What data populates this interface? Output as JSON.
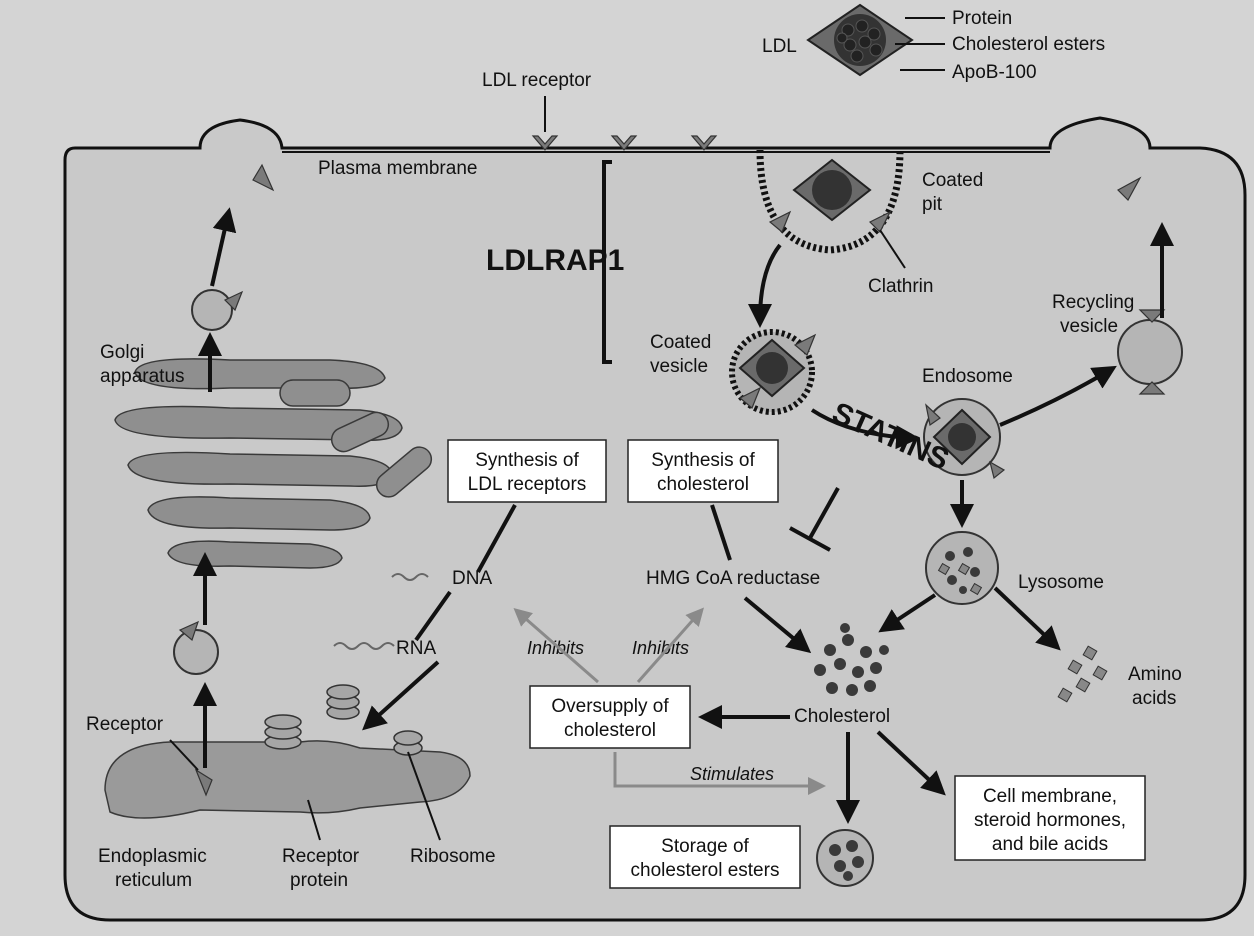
{
  "labels": {
    "protein": "Protein",
    "cholesterol_esters": "Cholesterol esters",
    "apob": "ApoB-100",
    "ldl": "LDL",
    "ldl_receptor": "LDL receptor",
    "plasma_membrane": "Plasma membrane",
    "coated_pit_1": "Coated",
    "coated_pit_2": "pit",
    "clathrin": "Clathrin",
    "ldlrap1": "LDLRAP1",
    "coated_vesicle_1": "Coated",
    "coated_vesicle_2": "vesicle",
    "recycling_vesicle_1": "Recycling",
    "recycling_vesicle_2": "vesicle",
    "endosome": "Endosome",
    "statins": "STATINS",
    "golgi_1": "Golgi",
    "golgi_2": "apparatus",
    "synth_ldl_1": "Synthesis of",
    "synth_ldl_2": "LDL receptors",
    "synth_chol_1": "Synthesis of",
    "synth_chol_2": "cholesterol",
    "dna": "DNA",
    "rna": "RNA",
    "hmg": "HMG CoA reductase",
    "lysosome": "Lysosome",
    "inhibits_1": "Inhibits",
    "inhibits_2": "Inhibits",
    "amino_1": "Amino",
    "amino_2": "acids",
    "oversupply_1": "Oversupply of",
    "oversupply_2": "cholesterol",
    "cholesterol": "Cholesterol",
    "receptor": "Receptor",
    "stimulates": "Stimulates",
    "cell_membrane_1": "Cell membrane,",
    "cell_membrane_2": "steroid hormones,",
    "cell_membrane_3": "and bile acids",
    "er_1": "Endoplasmic",
    "er_2": "reticulum",
    "receptor_protein_1": "Receptor",
    "receptor_protein_2": "protein",
    "ribosome": "Ribosome",
    "storage_1": "Storage of",
    "storage_2": "cholesterol esters"
  },
  "colors": {
    "cell_fill": "#c9c9c9",
    "organelle": "#9a9a9a",
    "arrow": "#111111",
    "feedback_arrow": "#8a8a8a"
  }
}
